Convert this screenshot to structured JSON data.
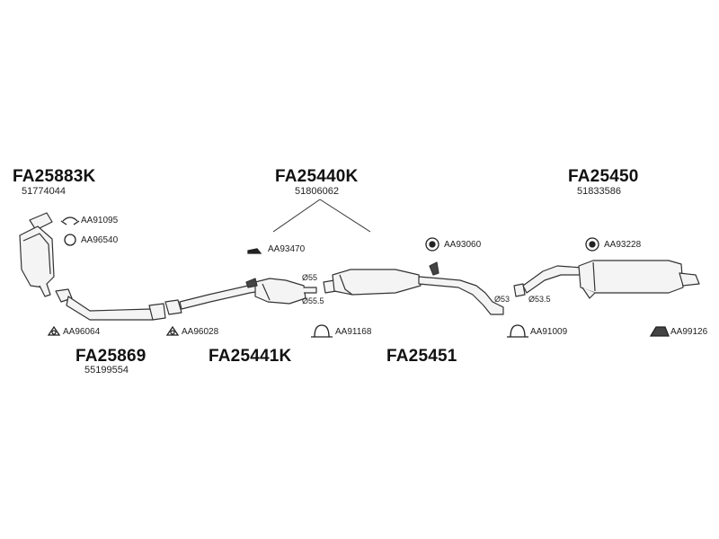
{
  "components": {
    "catalyst": {
      "code": "FA25883K",
      "number": "51774044"
    },
    "front_pipe": {
      "code": "FA25869",
      "number": "55199554"
    },
    "center_section": {
      "code": "FA25440K",
      "number": "51806062"
    },
    "intermediate_pipe": {
      "code": "FA25441K"
    },
    "middle_silencer": {
      "code": "FA25451"
    },
    "rear_silencer": {
      "code": "FA25450",
      "number": "51833586"
    }
  },
  "accessories": {
    "a1": "AA91095",
    "a2": "AA96540",
    "a3": "AA96064",
    "a4": "AA96028",
    "a5": "AA93470",
    "a6": "AA91168",
    "a7": "AA93060",
    "a8": "AA91009",
    "a9": "AA93228",
    "a10": "AA99126"
  },
  "dimensions": {
    "d1": "Ø55",
    "d2": "Ø55.5",
    "d3": "Ø53",
    "d4": "Ø53.5"
  },
  "colors": {
    "line": "#333333",
    "part_fill": "#f4f4f4",
    "dark": "#222222"
  }
}
